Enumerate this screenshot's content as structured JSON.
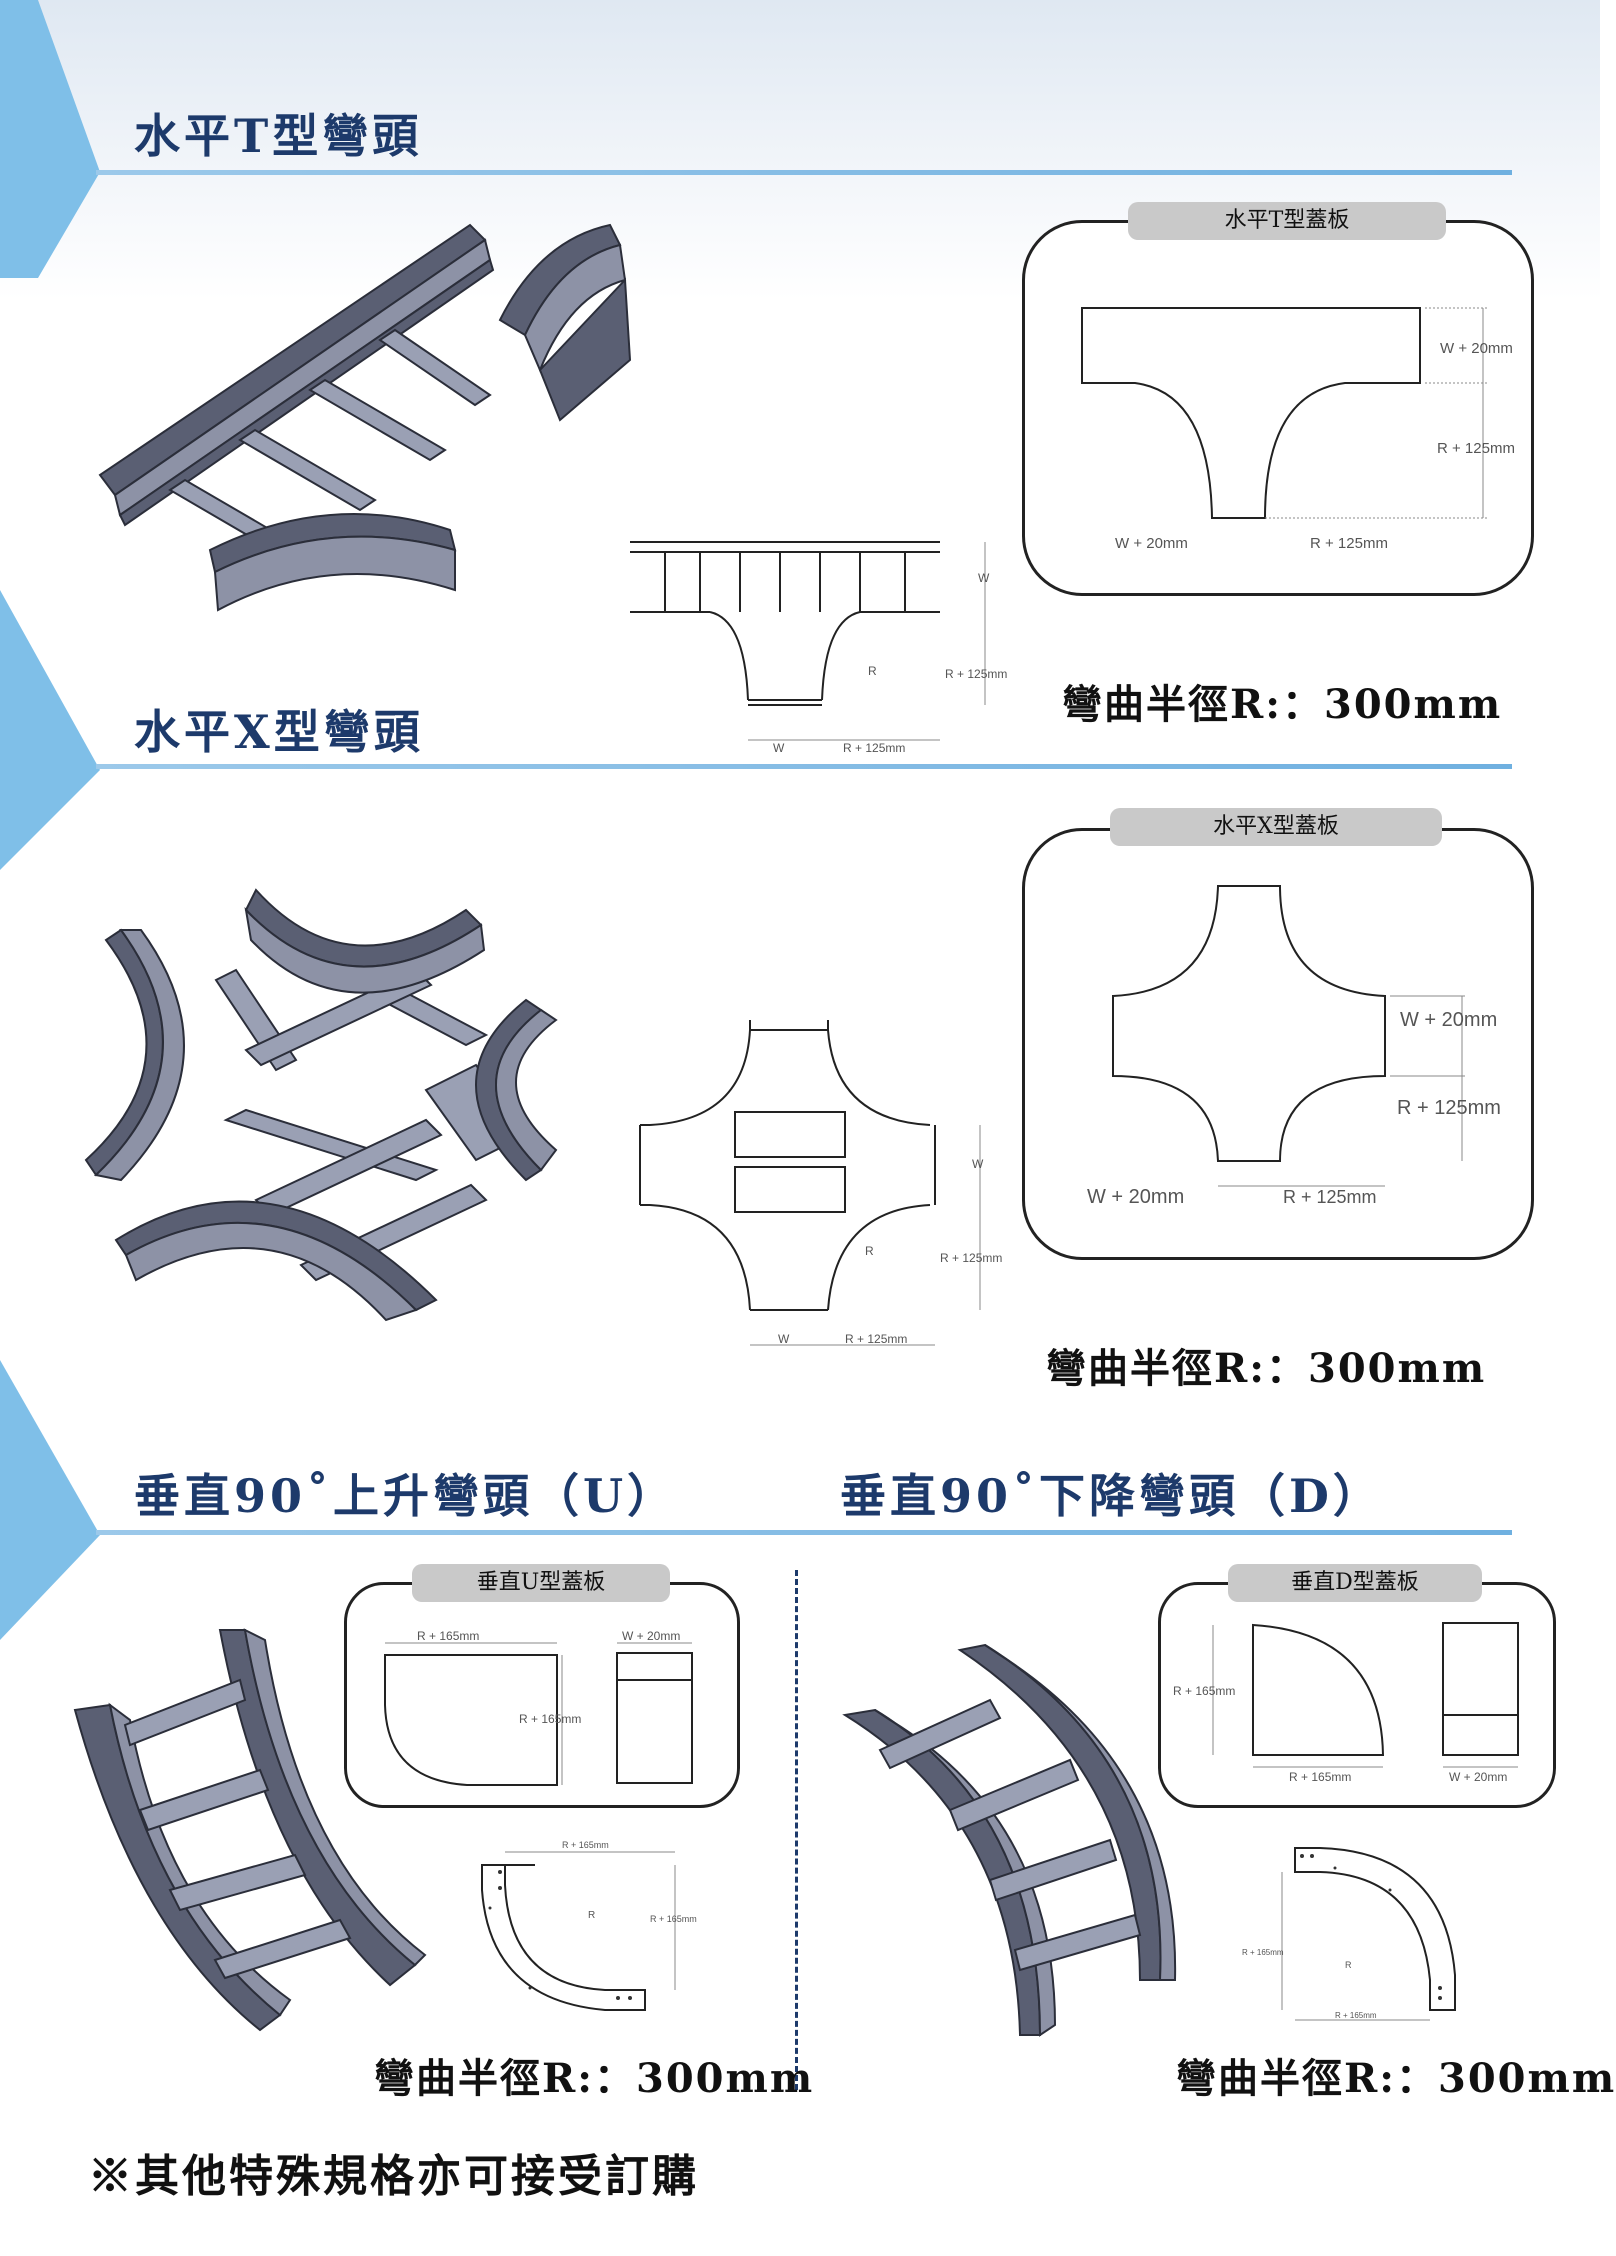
{
  "sections": {
    "t_elbow": {
      "title": "水平T型彎頭",
      "cover_label": "水平T型蓋板",
      "cover_dims": {
        "w_plus": "W + 20mm",
        "r_plus": "R + 125mm",
        "w_plus_bottom": "W + 20mm",
        "r_plus_bottom": "R + 125mm"
      },
      "drawing_dims": {
        "w": "W",
        "r": "R",
        "r_plus_side": "R + 125mm",
        "w_bottom": "W",
        "r_plus_bottom": "R + 125mm"
      },
      "radius_text": "彎曲半徑R:：300mm"
    },
    "x_elbow": {
      "title": "水平X型彎頭",
      "cover_label": "水平X型蓋板",
      "cover_dims": {
        "w_plus": "W + 20mm",
        "r_plus": "R + 125mm",
        "w_plus_bottom": "W + 20mm",
        "r_plus_bottom": "R + 125mm"
      },
      "drawing_dims": {
        "w": "W",
        "r": "R",
        "r_plus_side": "R + 125mm",
        "w_bottom": "W",
        "r_plus_bottom": "R + 125mm"
      },
      "radius_text": "彎曲半徑R:：300mm"
    },
    "vertical_up": {
      "title": "垂直90˚上升彎頭（U）",
      "cover_label": "垂直U型蓋板",
      "cover_dims": {
        "r_top": "R + 165mm",
        "w_top": "W + 20mm",
        "r_side": "R + 165mm"
      },
      "drawing_dims": {
        "r_top": "R + 165mm",
        "r": "R",
        "r_side": "R + 165mm"
      },
      "radius_text": "彎曲半徑R:：300mm"
    },
    "vertical_down": {
      "title": "垂直90˚下降彎頭（D）",
      "cover_label": "垂直D型蓋板",
      "cover_dims": {
        "r_side": "R + 165mm",
        "r_bottom": "R + 165mm",
        "w_bottom": "W + 20mm"
      },
      "drawing_dims": {
        "r_side": "R + 165mm",
        "r": "R",
        "r_bottom": "R + 165mm"
      },
      "radius_text": "彎曲半徑R:：300mm"
    }
  },
  "footnote": "※其他特殊規格亦可接受訂購",
  "colors": {
    "heading": "#1d3a6b",
    "accent_rule": "#6fb0e0",
    "arrow": "#7fbfe8",
    "panel_label_bg": "#c9c9c9"
  }
}
